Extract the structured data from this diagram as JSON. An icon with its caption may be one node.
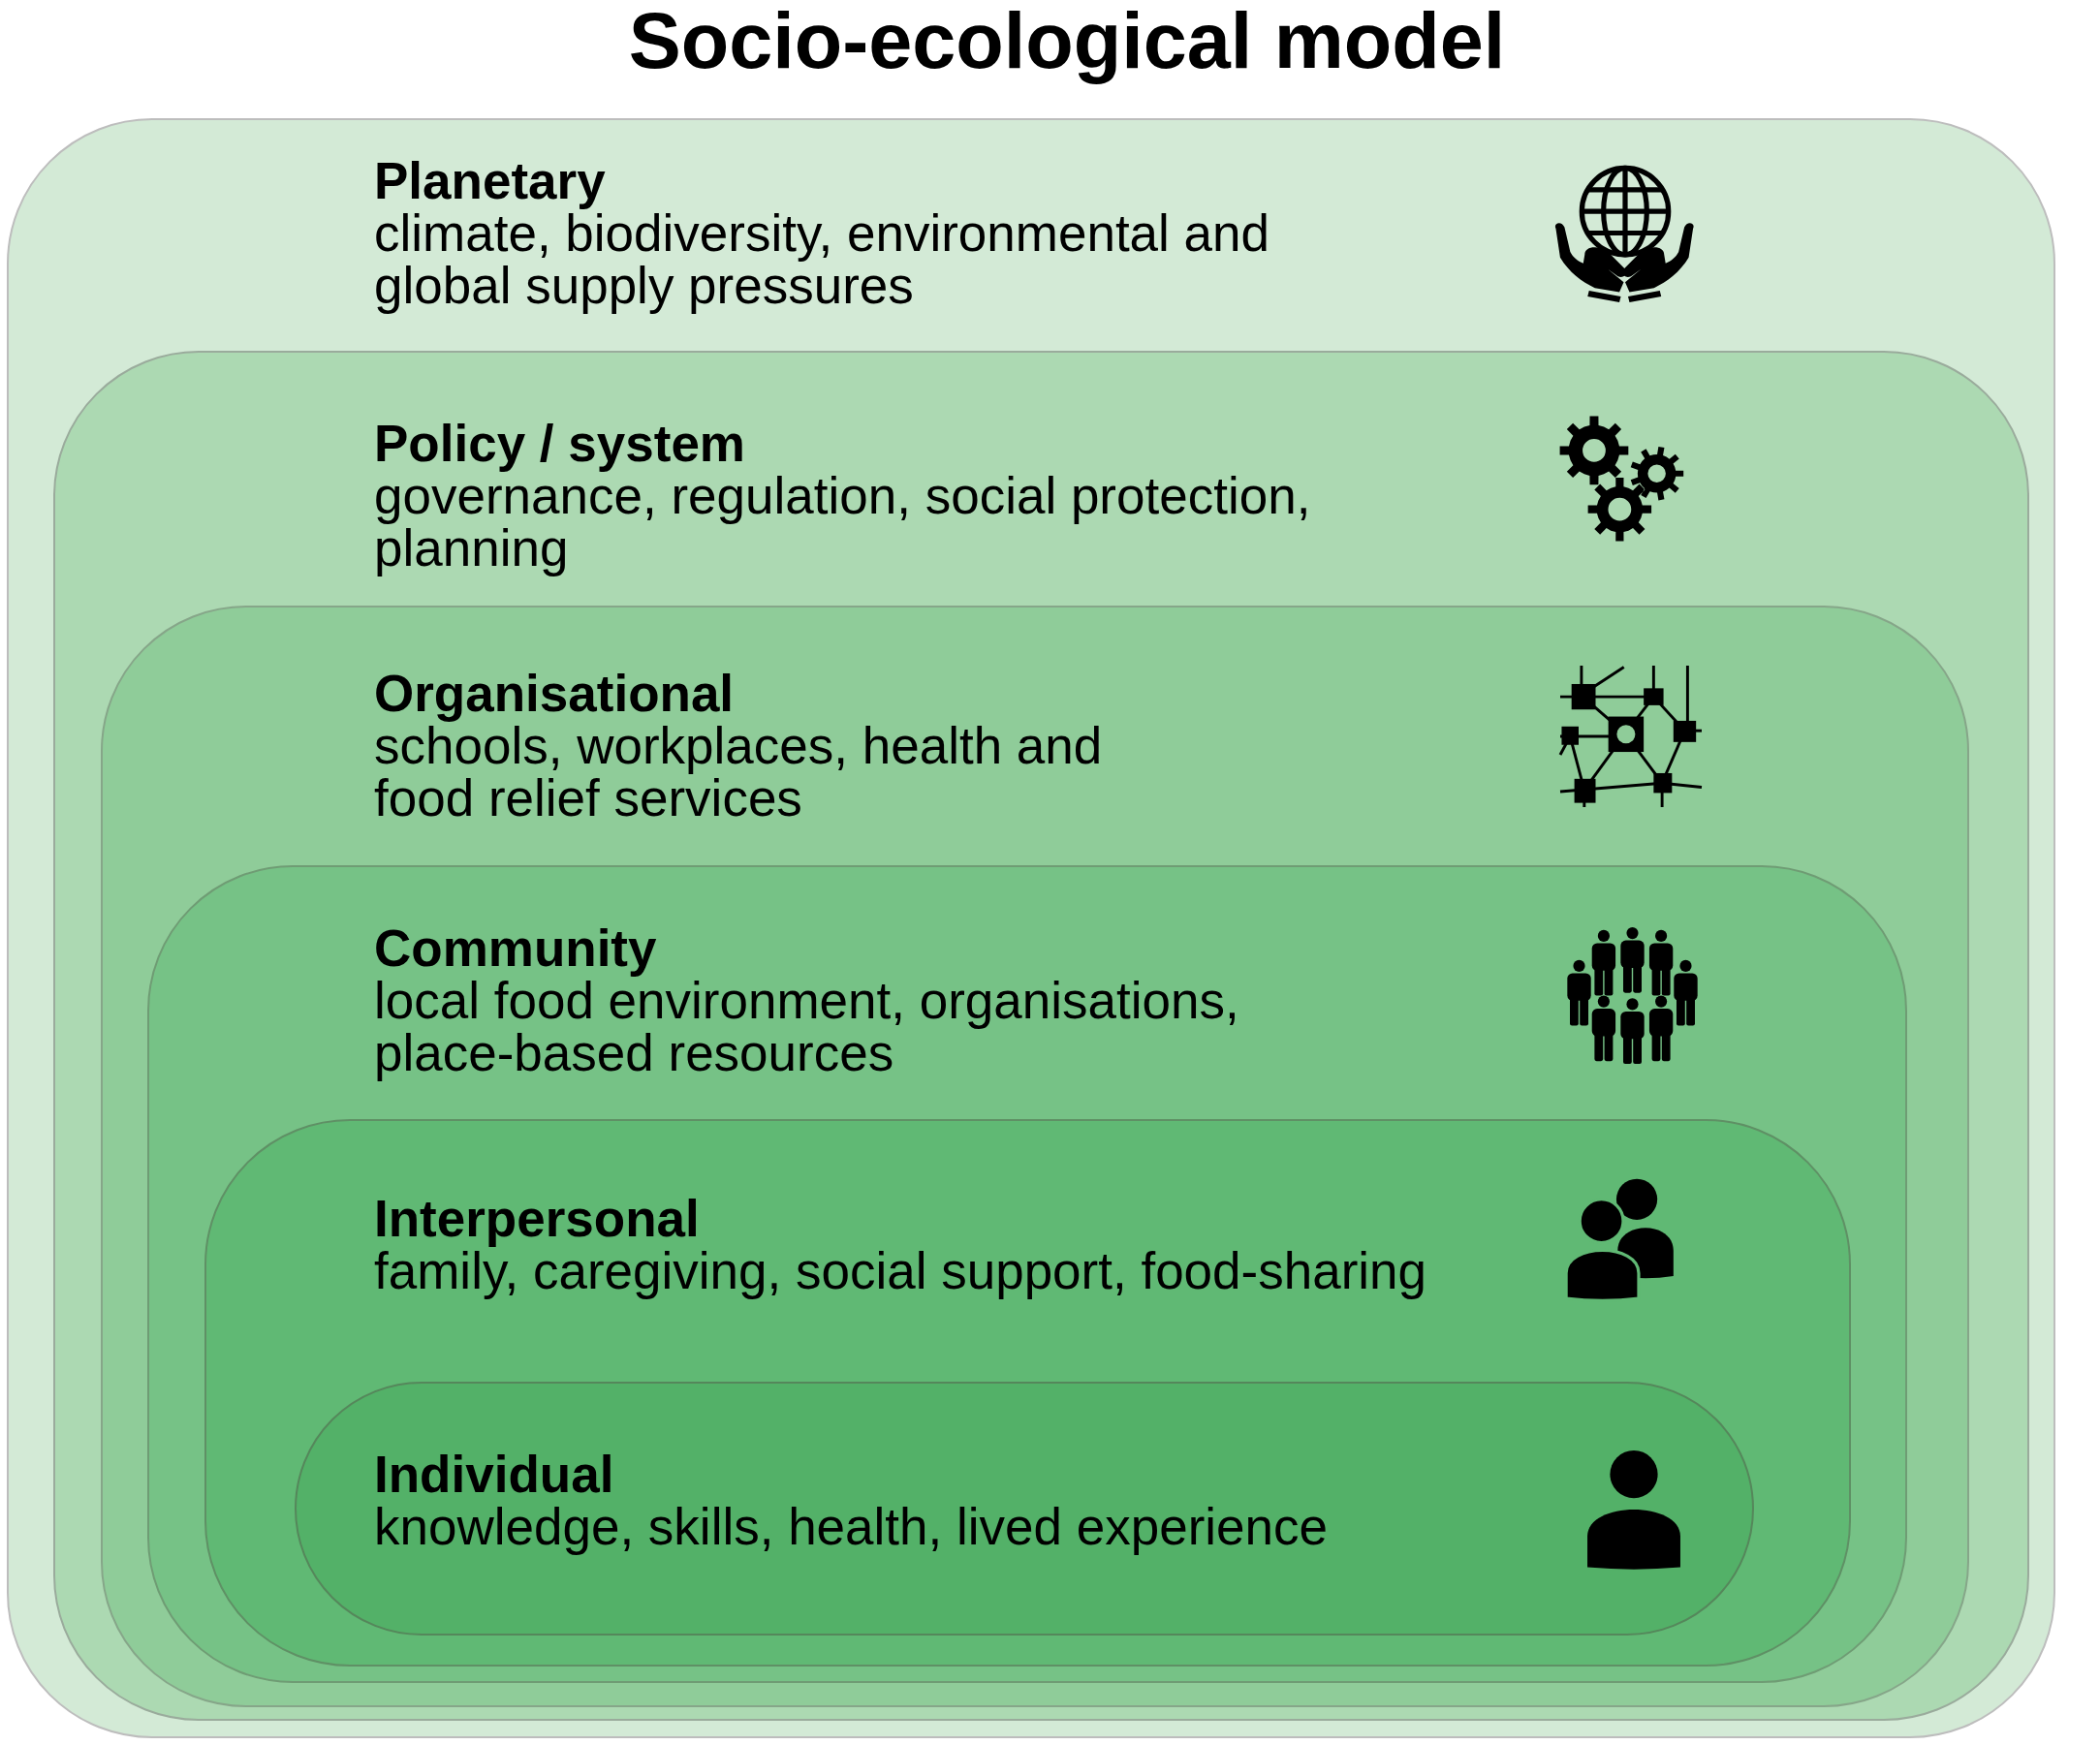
{
  "diagram": {
    "title": "Socio-ecological model",
    "nodes": [
      {
        "text": [
          "Planetary",
          "climate, biodiversity, environmental and global supply pressures"
        ]
      },
      {
        "text": [
          "Policy / system",
          "governance, regulation, social protection, planning"
        ],
        "in": 0
      },
      {
        "text": [
          "Organisational",
          "schools, workplaces, health and food relief services"
        ],
        "in": 1
      },
      {
        "text": [
          "Community",
          "local food environment, organisations, place-based resources"
        ],
        "in": 2
      },
      {
        "text": [
          "Interpersonal",
          "family, caregiving, social support, food-sharing"
        ],
        "in": 3
      },
      {
        "text": [
          "Individual",
          "knowledge, skills, health, lived experience"
        ],
        "in": 4
      }
    ]
  }
}
